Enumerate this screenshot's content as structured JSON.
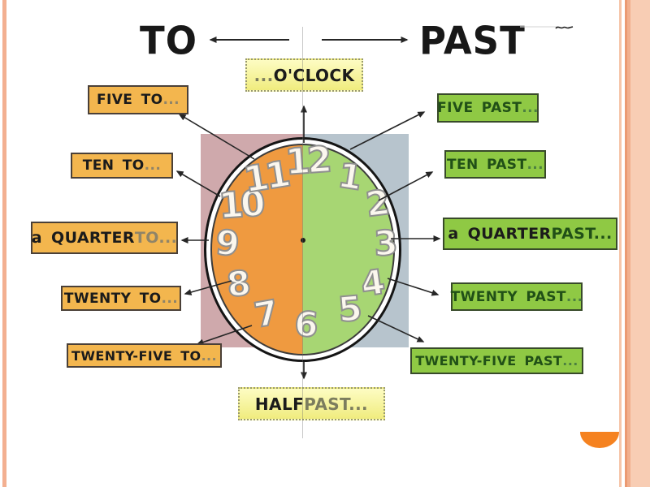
{
  "slide": {
    "header": {
      "to_label": "TO",
      "past_label": "PAST"
    },
    "boxes": {
      "oclock": {
        "parts": [
          {
            "text": "... ",
            "tone": "muted"
          },
          {
            "text": "O'CLOCK",
            "tone": "dark"
          }
        ]
      },
      "five_to": {
        "parts": [
          {
            "text": "FIVE TO",
            "tone": "dark"
          },
          {
            "text": "...",
            "tone": "muted"
          }
        ]
      },
      "ten_to": {
        "parts": [
          {
            "text": "TEN TO",
            "tone": "dark"
          },
          {
            "text": "...",
            "tone": "muted"
          }
        ]
      },
      "quarter_to": {
        "parts": [
          {
            "text": "a QUARTER ",
            "tone": "dark"
          },
          {
            "text": "TO...",
            "tone": "muted"
          }
        ]
      },
      "twenty_to": {
        "parts": [
          {
            "text": "TWENTY TO",
            "tone": "dark"
          },
          {
            "text": "...",
            "tone": "muted"
          }
        ]
      },
      "twentyfive_to": {
        "parts": [
          {
            "text": "TWENTY-FIVE TO",
            "tone": "dark"
          },
          {
            "text": "...",
            "tone": "muted"
          }
        ]
      },
      "half_past": {
        "parts": [
          {
            "text": "HALF ",
            "tone": "dark"
          },
          {
            "text": "PAST...",
            "tone": "muted"
          }
        ]
      },
      "five_past": {
        "parts": [
          {
            "text": "FIVE PAST",
            "tone": "green"
          },
          {
            "text": "...",
            "tone": "greenmuted"
          }
        ]
      },
      "ten_past": {
        "parts": [
          {
            "text": "TEN PAST",
            "tone": "green"
          },
          {
            "text": "...",
            "tone": "greenmuted"
          }
        ]
      },
      "quarter_past": {
        "parts": [
          {
            "text": "a QUARTER ",
            "tone": "dark"
          },
          {
            "text": "PAST...",
            "tone": "green"
          }
        ]
      },
      "twenty_past": {
        "parts": [
          {
            "text": "TWENTY PAST",
            "tone": "green"
          },
          {
            "text": "...",
            "tone": "greenmuted"
          }
        ]
      },
      "twentyfive_past": {
        "parts": [
          {
            "text": "TWENTY-FIVE PAST",
            "tone": "green"
          },
          {
            "text": "...",
            "tone": "greenmuted"
          }
        ]
      }
    },
    "clock": {
      "numbers": [
        "12",
        "1",
        "2",
        "3",
        "4",
        "5",
        "6",
        "7",
        "8",
        "9",
        "10",
        "11"
      ]
    },
    "colors": {
      "to_half": "#ef9a40",
      "past_half": "#a7d673",
      "to_panel": "#cfa9ac",
      "past_panel": "#b7c4cd",
      "to_box": "#f3b64e",
      "past_box": "#8fc944",
      "frame": "#f3b091",
      "accent_oval": "#f58220"
    }
  }
}
